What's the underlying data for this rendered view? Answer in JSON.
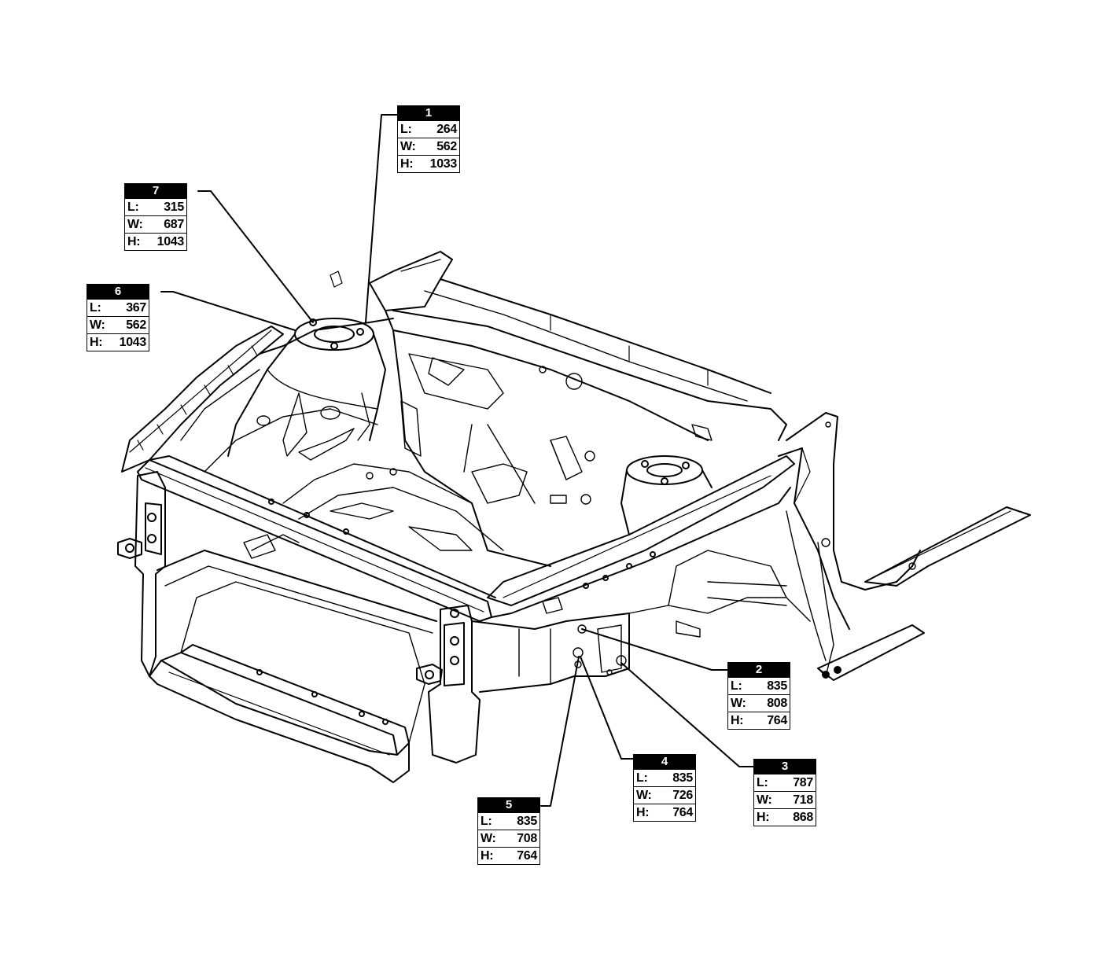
{
  "callouts": [
    {
      "id": "1",
      "L": "264",
      "W": "562",
      "H": "1033"
    },
    {
      "id": "2",
      "L": "835",
      "W": "808",
      "H": "764"
    },
    {
      "id": "3",
      "L": "787",
      "W": "718",
      "H": "868"
    },
    {
      "id": "4",
      "L": "835",
      "W": "726",
      "H": "764"
    },
    {
      "id": "5",
      "L": "835",
      "W": "708",
      "H": "764"
    },
    {
      "id": "6",
      "L": "367",
      "W": "562",
      "H": "1043"
    },
    {
      "id": "7",
      "L": "315",
      "W": "687",
      "H": "1043"
    }
  ],
  "labels": {
    "L": "L:",
    "W": "W:",
    "H": "H:"
  }
}
